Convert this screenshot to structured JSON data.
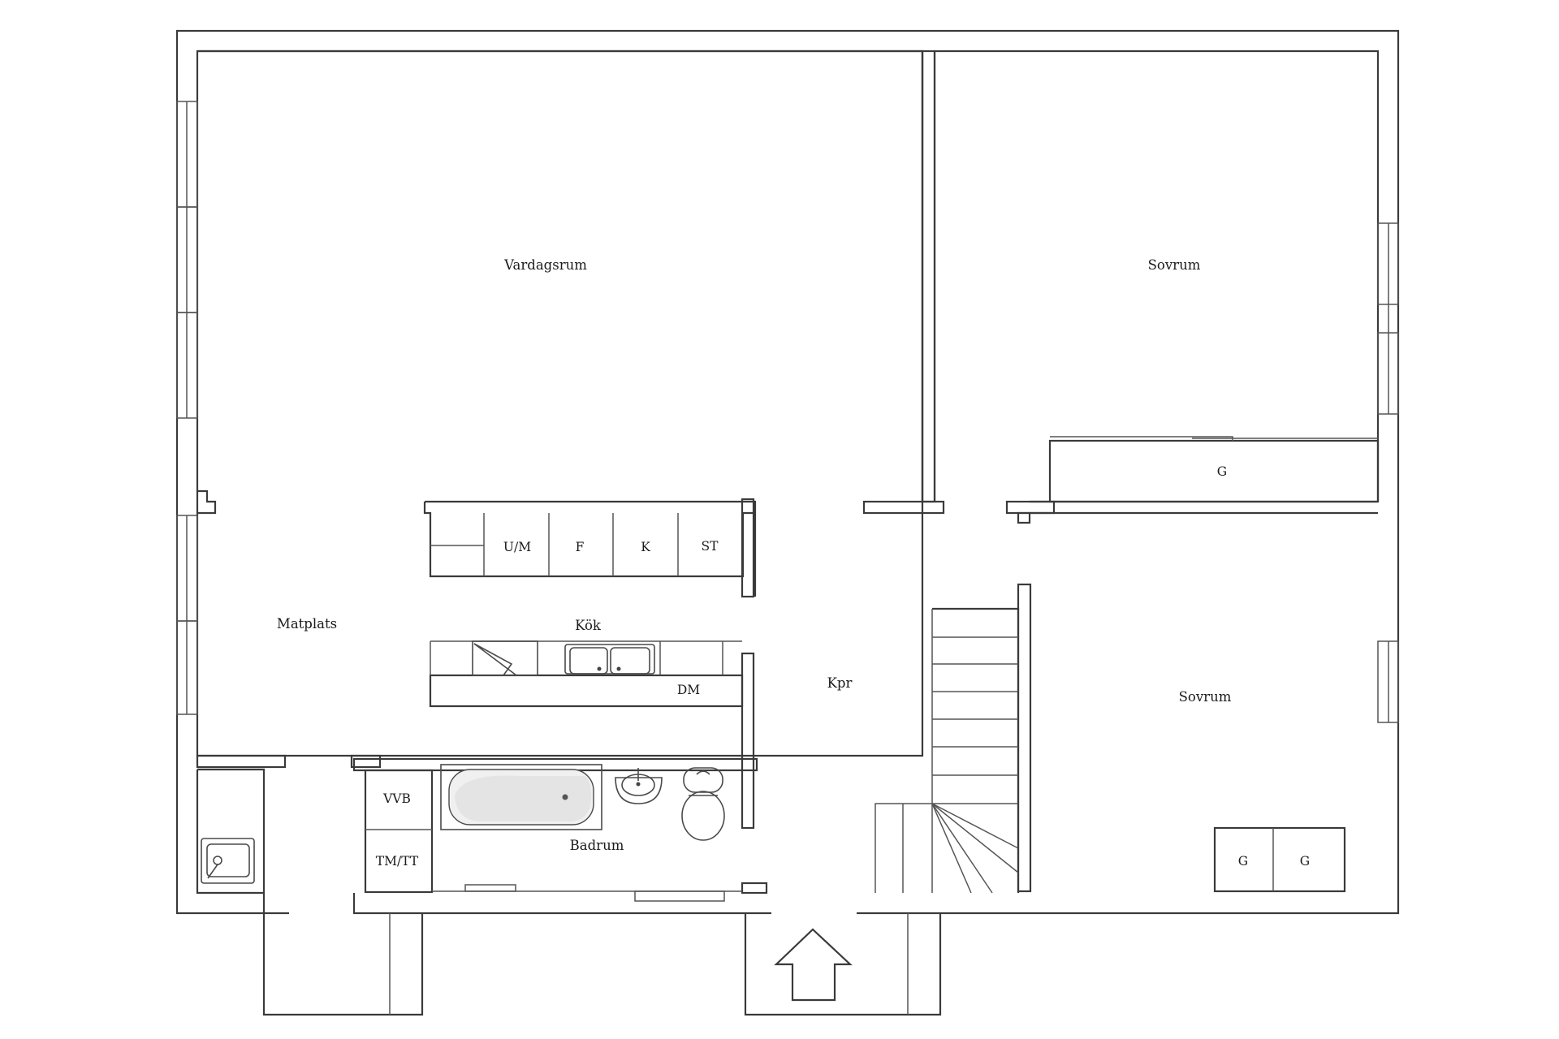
{
  "rooms": {
    "living": "Vardagsrum",
    "bedroom_top": "Sovrum",
    "bedroom_bottom": "Sovrum",
    "dining": "Matplats",
    "kitchen": "Kök",
    "hallway": "Kpr",
    "bathroom": "Badrum"
  },
  "appliances": {
    "um": "U/M",
    "fridge": "F",
    "freezer": "K",
    "stove": "ST",
    "dishwasher": "DM",
    "water_heater": "VVB",
    "washer_dryer": "TM/TT"
  },
  "wardrobes": {
    "top": "G",
    "bottom_left": "G",
    "bottom_right": "G"
  },
  "entrance": {
    "icon": "entrance-arrow-icon"
  },
  "colors": {
    "wall": "#3a3a3a",
    "background": "#ffffff"
  }
}
